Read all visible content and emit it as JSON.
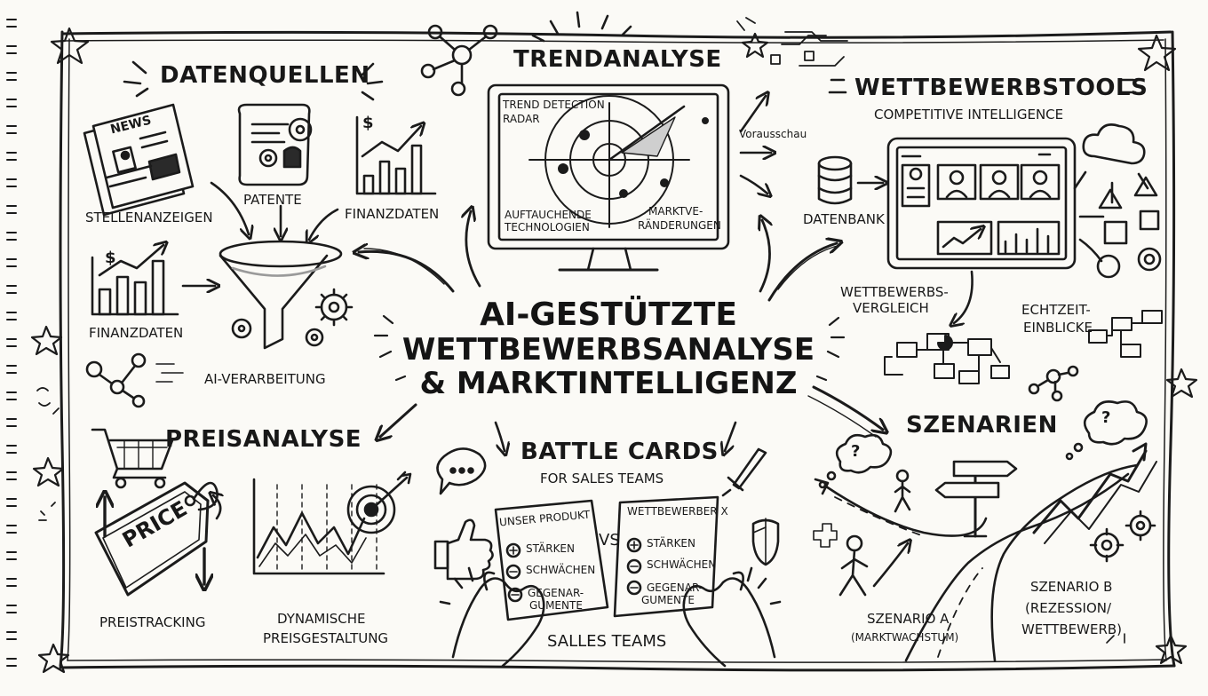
{
  "title": {
    "line1": "AI-GESTÜTZTE",
    "line2": "WETTBEWERBSANALYSE",
    "line3": "& MARKTINTELLIGENZ"
  },
  "datenquellen": {
    "heading": "DATENQUELLEN",
    "news_label": "NEWS",
    "stellenanzeigen": "STELLENANZEIGEN",
    "patente": "PATENTE",
    "finanzdaten_top": "FINANZDATEN",
    "finanzdaten_left": "FINANZDATEN",
    "dollar": "$",
    "ai_verarbeitung": "AI-VERARBEITUNG"
  },
  "trendanalyse": {
    "heading": "TRENDANALYSE",
    "radar_line1": "TREND DETECTION",
    "radar_line2": "RADAR",
    "auftauchende_1": "AUFTAUCHENDE",
    "auftauchende_2": "TECHNOLOGIEN",
    "markt_1": "MARKTVE-",
    "markt_2": "RÄNDERUNGEN",
    "vorausschau": "Vorausschau"
  },
  "wettbewerbstools": {
    "heading": "WETTBEWERBSTOOLS",
    "subheading": "COMPETITIVE INTELLIGENCE",
    "datenbank": "DATENBANK",
    "vergleich_1": "WETTBEWERBS-",
    "vergleich_2": "VERGLEICH",
    "echtzeit_1": "ECHTZEIT-",
    "echtzeit_2": "EINBLICKE"
  },
  "preisanalyse": {
    "heading": "PREISANALYSE",
    "price_tag": "PRICE",
    "preistracking": "PREISTRACKING",
    "dynamisch_1": "DYNAMISCHE",
    "dynamisch_2": "PREISGESTALTUNG"
  },
  "battle_cards": {
    "heading": "BATTLE CARDS",
    "subheading": "FOR SALES TEAMS",
    "vs": "VS",
    "card_left": {
      "title": "UNSER PRODUKT",
      "staerken": "STÄRKEN",
      "schwaechen": "SCHWÄCHEN",
      "gegen_1": "GEGENAR-",
      "gegen_2": "GUMENTE"
    },
    "card_right": {
      "title": "WETTBEWERBER X",
      "staerken": "STÄRKEN",
      "schwaechen": "SCHWÄCHEN",
      "gegen_1": "GEGENAR-",
      "gegen_2": "GUMENTE"
    },
    "sales_teams": "SALLES TEAMS"
  },
  "szenarien": {
    "heading": "SZENARIEN",
    "a_1": "SZENARIO A",
    "a_2": "(MARKTWACHSTUM)",
    "b_1": "SZENARIO B",
    "b_2": "(REZESSION/",
    "b_3": "WETTBEWERB)",
    "question": "?"
  },
  "colors": {
    "ink": "#1b1b1b",
    "paper": "#fbfaf6",
    "shade": "#9a9a9a"
  }
}
